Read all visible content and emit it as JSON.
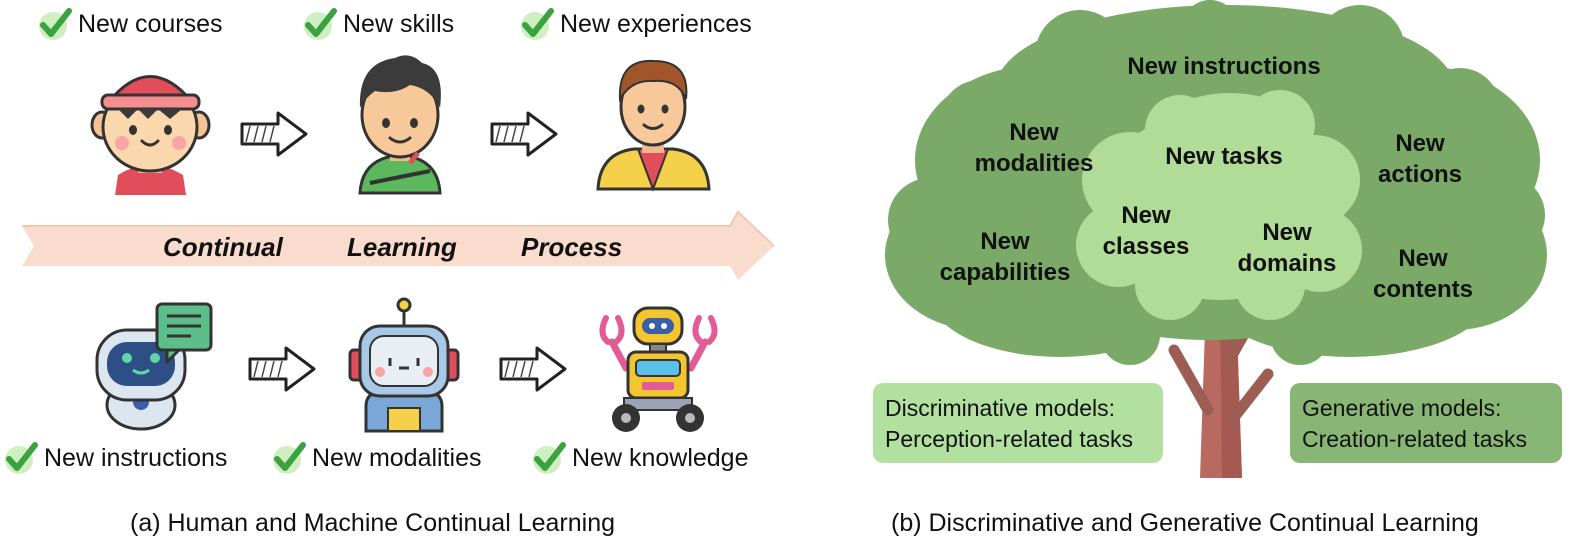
{
  "panel_a": {
    "top_labels": [
      "New courses",
      "New skills",
      "New experiences"
    ],
    "process_words": [
      "Continual",
      "Learning",
      "Process"
    ],
    "bottom_labels": [
      "New instructions",
      "New modalities",
      "New knowledge"
    ],
    "caption": "(a) Human and Machine Continual Learning",
    "icons": [
      "child-cap-icon",
      "teen-student-icon",
      "adult-man-icon",
      "chatbot-icon",
      "robot-head-icon",
      "robot-wheels-icon"
    ],
    "colors": {
      "arrow_band": "#f9ddd0",
      "check": "#43b04a"
    }
  },
  "panel_b": {
    "outer_labels": {
      "top": "New instructions",
      "left_upper": "New\nmodalities",
      "left_lower": "New\ncapabilities",
      "right_upper": "New\nactions",
      "right_lower": "New\ncontents"
    },
    "inner_labels": {
      "top": "New tasks",
      "left": "New\nclasses",
      "right": "New\ndomains"
    },
    "discriminative_box": "Discriminative models:\nPerception-related tasks",
    "generative_box": "Generative models:\nCreation-related tasks",
    "caption": "(b) Discriminative and Generative Continual Learning",
    "colors": {
      "outer_canopy": "#7aa968",
      "inner_canopy": "#b0dc98",
      "trunk": "#b86a61",
      "disc_box": "#b2e09f",
      "gen_box": "#88b674"
    }
  }
}
